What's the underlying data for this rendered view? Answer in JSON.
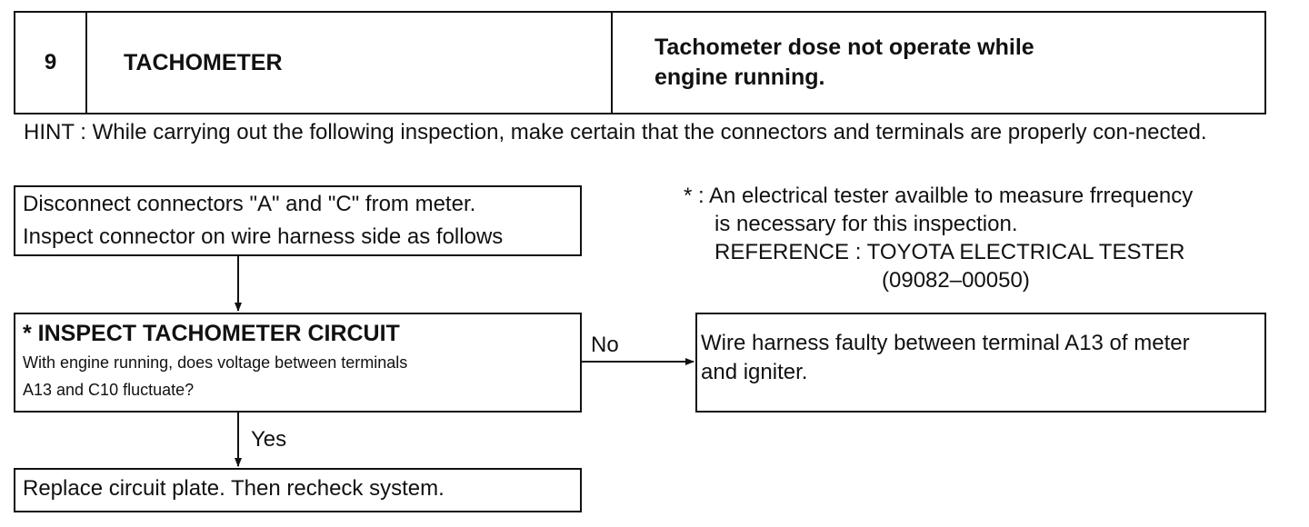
{
  "header": {
    "number": "9",
    "name": "TACHOMETER",
    "symptom_line1": "Tachometer dose not operate while",
    "symptom_line2": "engine running."
  },
  "hint": "HINT : While carrying out the following inspection, make certain that the connectors and terminals are properly con-nected.",
  "flow": {
    "disconnect": {
      "line1": "Disconnect connectors \"A\" and \"C\" from meter.",
      "line2": "Inspect connector on wire harness side as follows"
    },
    "inspect": {
      "title": "* INSPECT TACHOMETER CIRCUIT",
      "question_line1": "With engine running, does voltage between terminals",
      "question_line2": "A13 and C10 fluctuate?"
    },
    "no_label": "No",
    "yes_label": "Yes",
    "no_result": {
      "line1": "Wire harness faulty between terminal A13 of meter",
      "line2": "and igniter."
    },
    "yes_result": "Replace circuit plate. Then recheck system."
  },
  "note": {
    "line1": "* : An electrical tester availble to measure frrequency",
    "line2": "is necessary for this inspection.",
    "line3": "REFERENCE : TOYOTA ELECTRICAL TESTER",
    "line4": "(09082–00050)"
  }
}
